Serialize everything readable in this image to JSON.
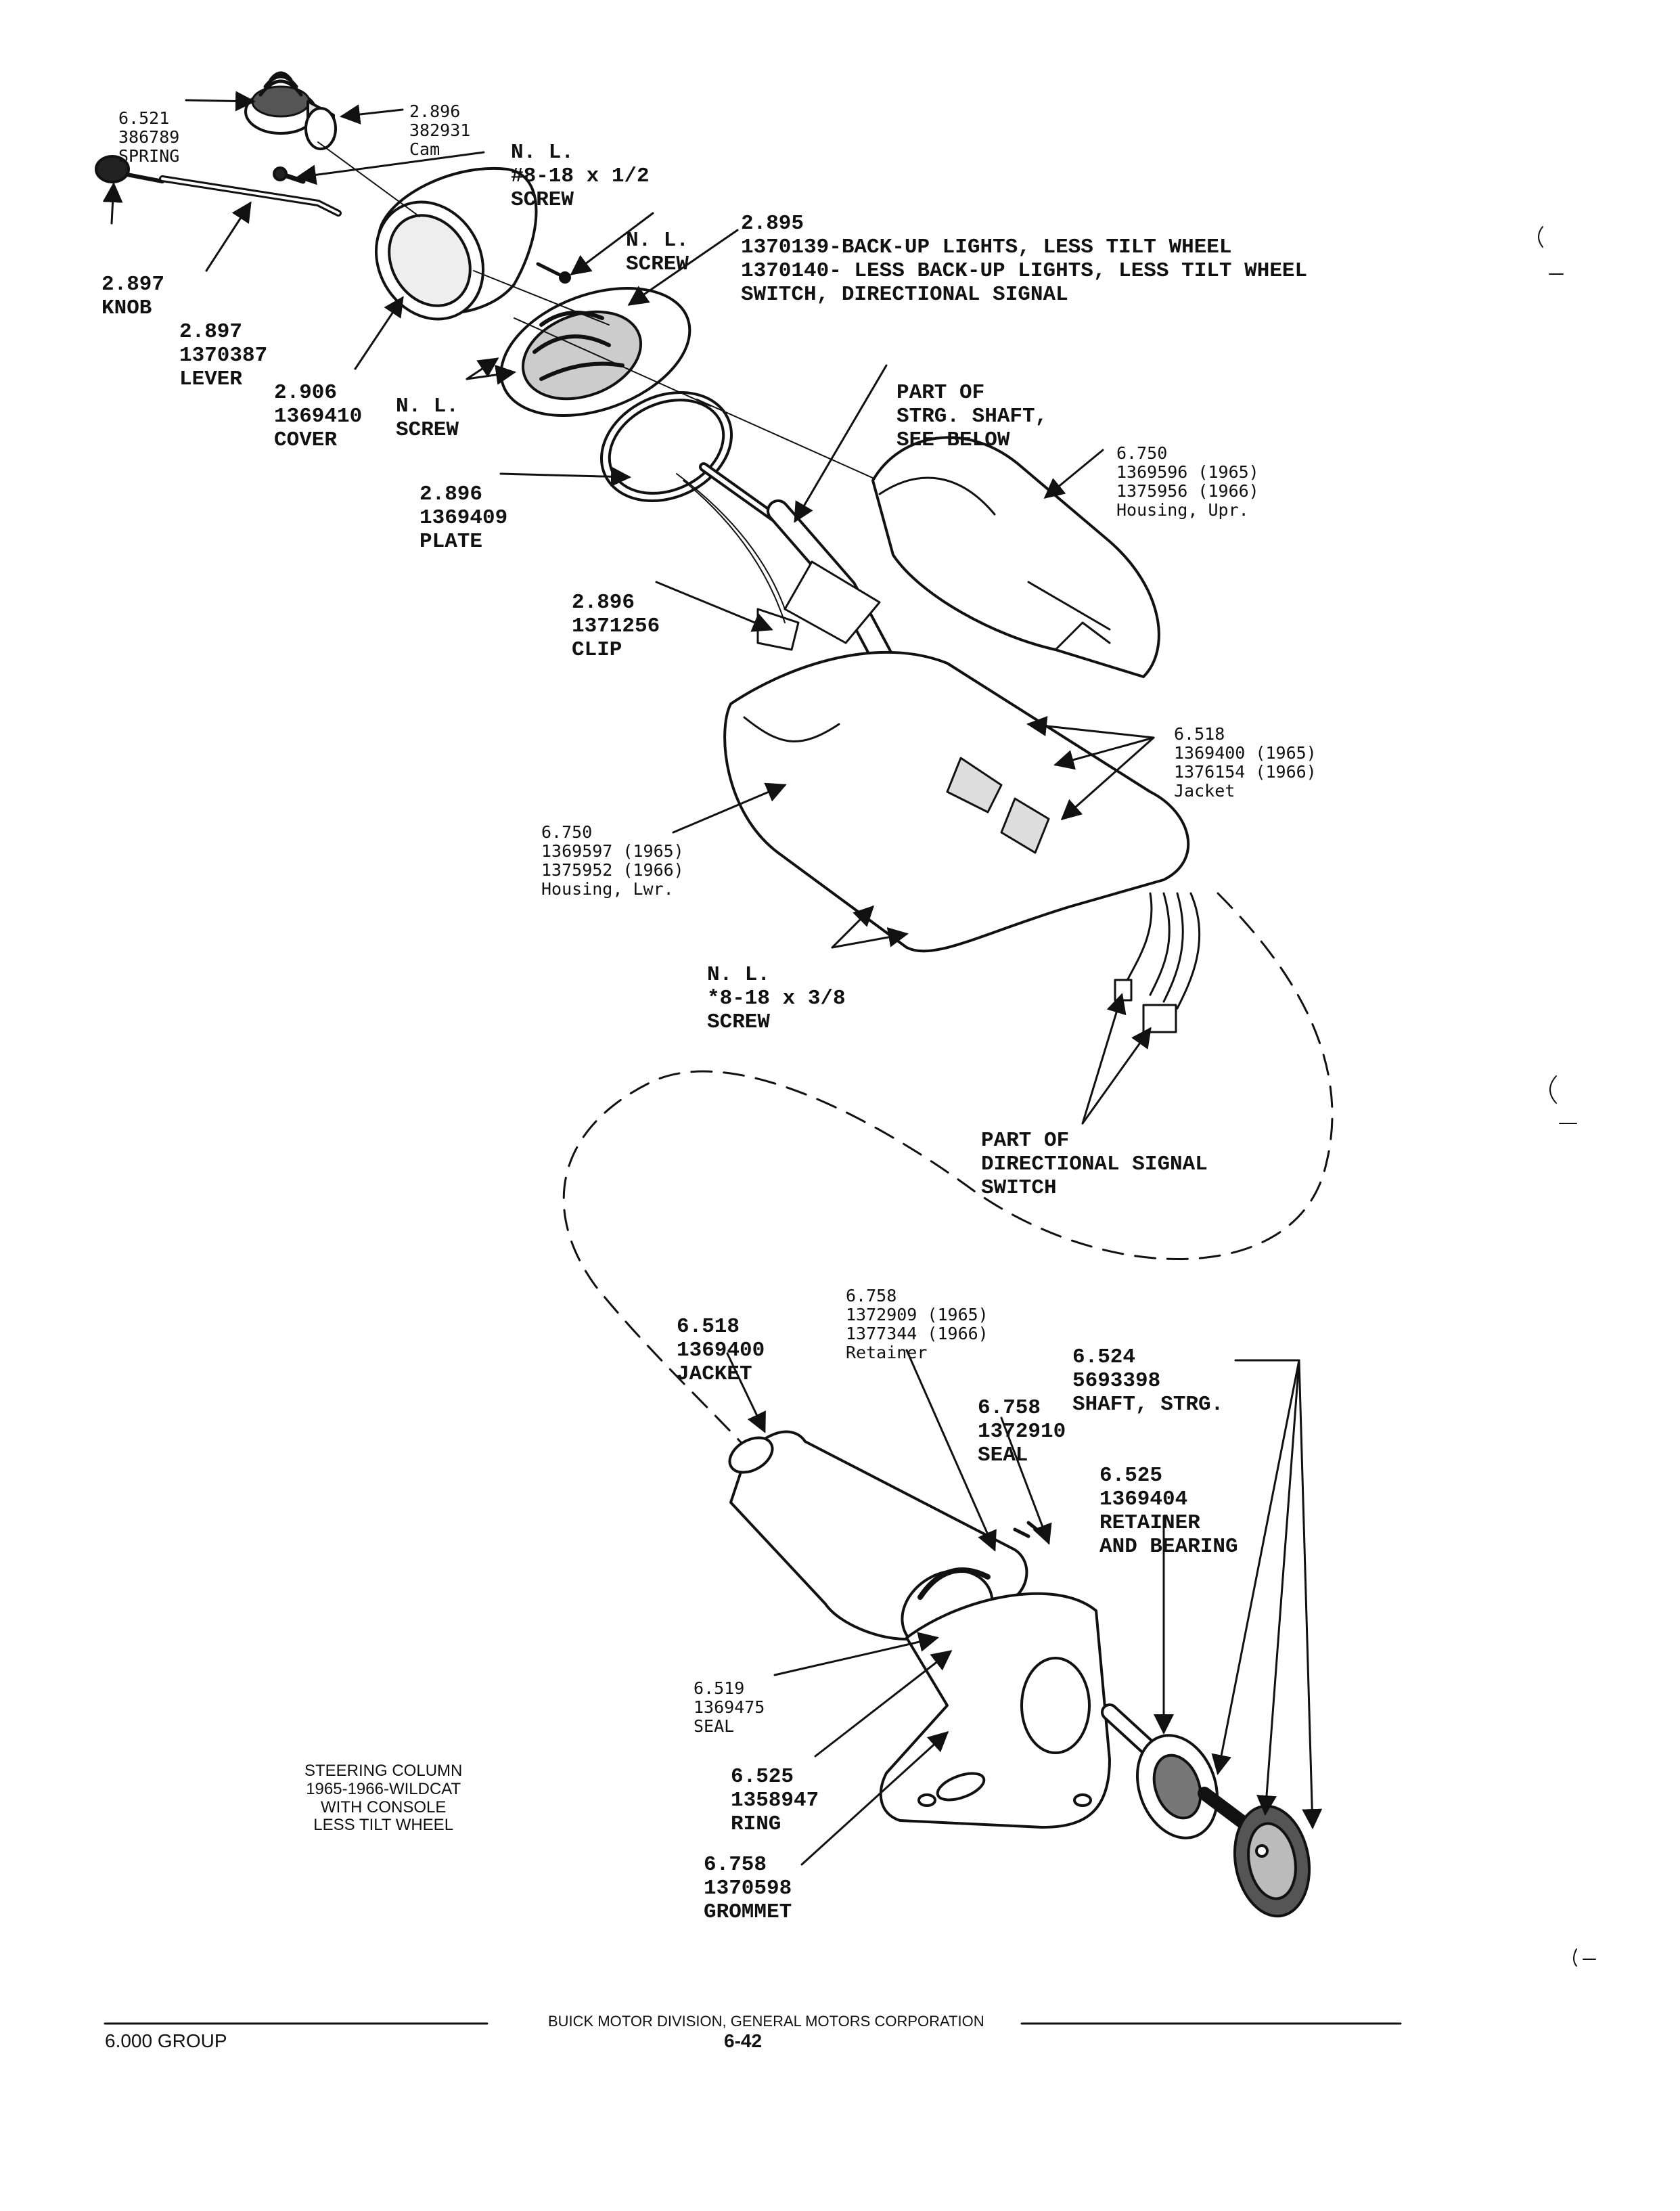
{
  "callouts": {
    "spring": {
      "group": "6.521",
      "part": "386789",
      "name": "SPRING"
    },
    "cam": {
      "group": "2.896",
      "part": "382931",
      "name": "Cam"
    },
    "screw_half": {
      "line1": "N. L.",
      "line2": "#8-18 x 1/2",
      "line3": "SCREW"
    },
    "knob": {
      "group": "2.897",
      "name": "KNOB"
    },
    "lever": {
      "group": "2.897",
      "part": "1370387",
      "name": "LEVER"
    },
    "nl_screw_top": {
      "line1": "N. L.",
      "line2": "SCREW"
    },
    "dir_switch": {
      "group": "2.895",
      "line1": "1370139-BACK-UP LIGHTS, LESS TILT WHEEL",
      "line2": "1370140- LESS BACK-UP LIGHTS, LESS TILT WHEEL",
      "line3": "SWITCH, DIRECTIONAL SIGNAL"
    },
    "cover": {
      "group": "2.906",
      "part": "1369410",
      "name": "COVER"
    },
    "nl_screw_mid": {
      "line1": "N. L.",
      "line2": "SCREW"
    },
    "shaft_part": {
      "line1": "PART OF",
      "line2": "STRG. SHAFT,",
      "line3": "SEE BELOW"
    },
    "upper_housing": {
      "group": "6.750",
      "part1": "1369596 (1965)",
      "part2": "1375956 (1966)",
      "name": "Housing, Upr."
    },
    "plate": {
      "group": "2.896",
      "part": "1369409",
      "name": "PLATE"
    },
    "clip": {
      "group": "2.896",
      "part": "1371256",
      "name": "CLIP"
    },
    "jacket_upper": {
      "group": "6.518",
      "part1": "1369400 (1965)",
      "part2": "1376154 (1966)",
      "name": "Jacket"
    },
    "lower_housing": {
      "group": "6.750",
      "part1": "1369597 (1965)",
      "part2": "1375952 (1966)",
      "name": "Housing, Lwr."
    },
    "screw_three_eighths": {
      "line1": "N. L.",
      "line2": "*8-18 x 3/8",
      "line3": "SCREW"
    },
    "dir_signal_part": {
      "line1": "PART OF",
      "line2": "DIRECTIONAL SIGNAL",
      "line3": "SWITCH"
    },
    "jacket_lower": {
      "group": "6.518",
      "part": "1369400",
      "name": "JACKET"
    },
    "retainer": {
      "group": "6.758",
      "part1": "1372909 (1965)",
      "part2": "1377344 (1966)",
      "name": "Retainer"
    },
    "shaft_strg": {
      "group": "6.524",
      "part": "5693398",
      "name": "SHAFT, STRG."
    },
    "seal_upper": {
      "group": "6.758",
      "part": "1372910",
      "name": "SEAL"
    },
    "retainer_bearing": {
      "group": "6.525",
      "part": "1369404",
      "name1": "RETAINER",
      "name2": "AND BEARING"
    },
    "seal_lower": {
      "group": "6.519",
      "part": "1369475",
      "name": "SEAL"
    },
    "ring": {
      "group": "6.525",
      "part": "1358947",
      "name": "RING"
    },
    "grommet": {
      "group": "6.758",
      "part": "1370598",
      "name": "GROMMET"
    }
  },
  "caption": {
    "line1": "STEERING COLUMN",
    "line2": "1965-1966-WILDCAT",
    "line3": "WITH CONSOLE",
    "line4": "LESS TILT WHEEL"
  },
  "footer": {
    "publisher": "BUICK MOTOR DIVISION, GENERAL MOTORS CORPORATION",
    "section": "6.000 GROUP",
    "page": "6-42"
  }
}
